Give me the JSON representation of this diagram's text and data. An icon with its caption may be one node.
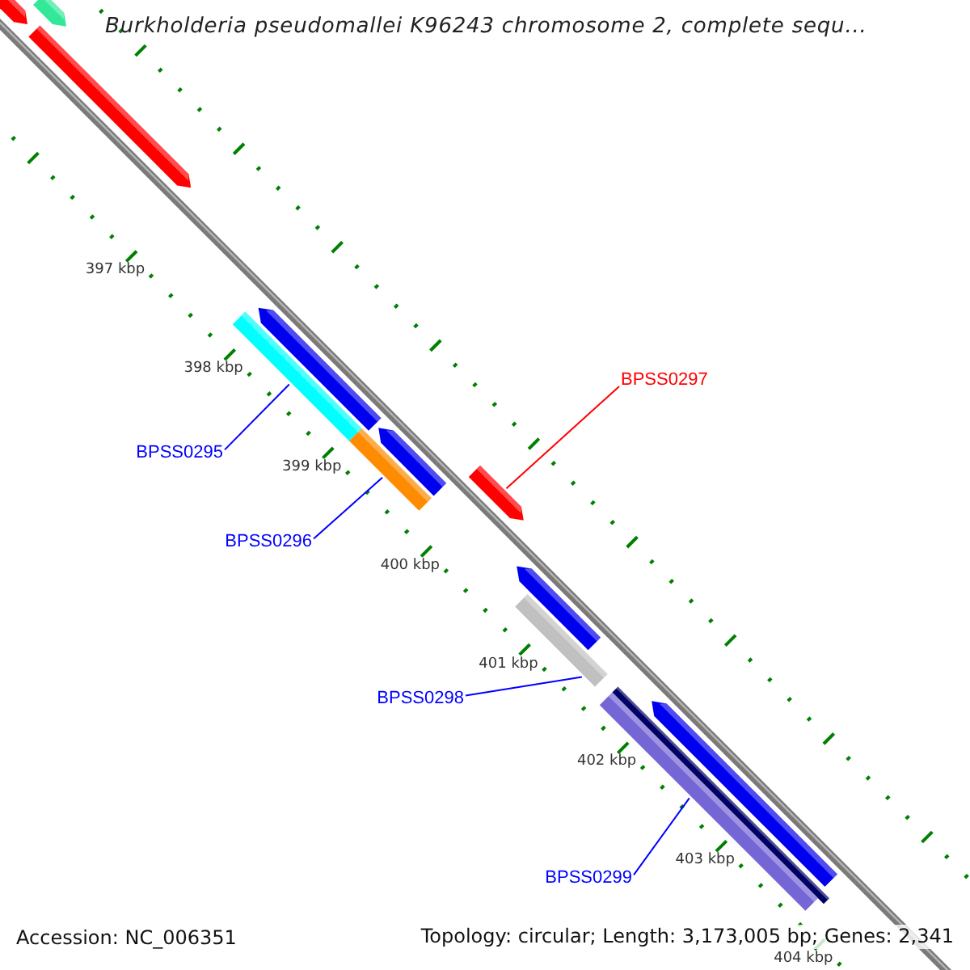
{
  "diagram": {
    "title": "Burkholderia pseudomallei K96243 chromosome 2, complete sequ...",
    "nodes": [
      {
        "text": [
          "BPSS0297"
        ]
      },
      {
        "text": [
          "BPSS0295"
        ]
      },
      {
        "text": [
          "BPSS0296"
        ]
      },
      {
        "text": [
          "BPSS0298"
        ]
      },
      {
        "text": [
          "BPSS0299"
        ]
      },
      {
        "text": [],
        "shape": "bar"
      },
      {
        "text": [],
        "shape": "bar"
      },
      {
        "text": [],
        "shape": "arrow"
      },
      {
        "text": [],
        "shape": "bar"
      },
      {
        "text": [],
        "shape": "bar"
      }
    ],
    "edges": [
      {
        "from": 0,
        "to": 7,
        "arrow": "none",
        "color": "#ff0000"
      },
      {
        "from": 1,
        "to": 5,
        "arrow": "none"
      },
      {
        "from": 2,
        "to": 6,
        "arrow": "none"
      },
      {
        "from": 3,
        "to": 8,
        "arrow": "none"
      },
      {
        "from": 4,
        "to": 9,
        "arrow": "none"
      }
    ],
    "labels": [
      "397 kbp",
      "398 kbp",
      "399 kbp",
      "400 kbp",
      "401 kbp",
      "402 kbp",
      "403 kbp",
      "404 kbp",
      "Accession: NC_006351",
      "Topology: circular; Length: 3,173,005 bp; Genes: 2,341"
    ]
  }
}
